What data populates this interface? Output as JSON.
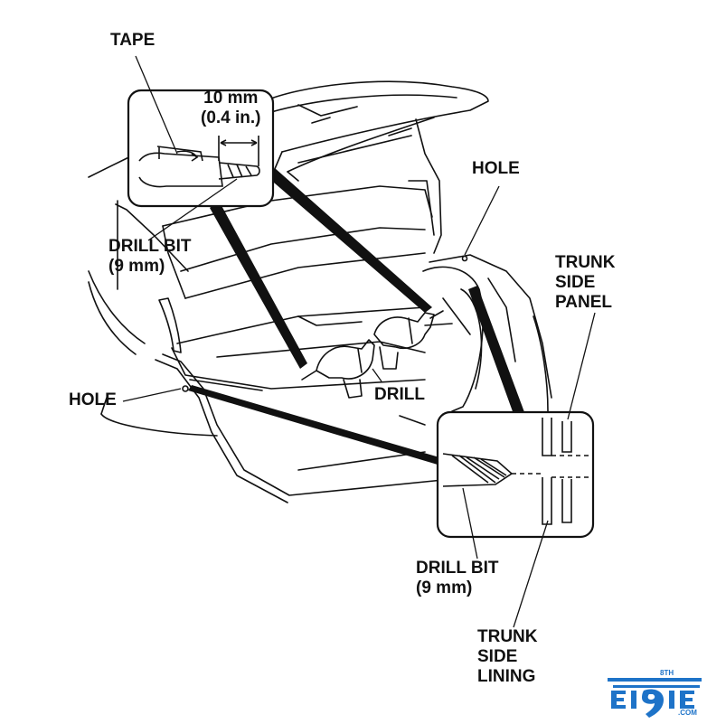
{
  "labels": {
    "tape": "TAPE",
    "measure_line1": "10 mm",
    "measure_line2": "(0.4 in.)",
    "drill_bit_left_line1": "DRILL BIT",
    "drill_bit_left_line2": "(9 mm)",
    "hole_top": "HOLE",
    "trunk_side_panel_line1": "TRUNK",
    "trunk_side_panel_line2": "SIDE",
    "trunk_side_panel_line3": "PANEL",
    "hole_left": "HOLE",
    "drill": "DRILL",
    "drill_bit_bottom_line1": "DRILL BIT",
    "drill_bit_bottom_line2": "(9 mm)",
    "trunk_side_lining_line1": "TRUNK",
    "trunk_side_lining_line2": "SIDE",
    "trunk_side_lining_line3": "LINING"
  },
  "logo": {
    "text": "8TH",
    "sub": ".COM",
    "color": "#1e73c8"
  },
  "colors": {
    "ink": "#111111",
    "background": "#ffffff"
  }
}
